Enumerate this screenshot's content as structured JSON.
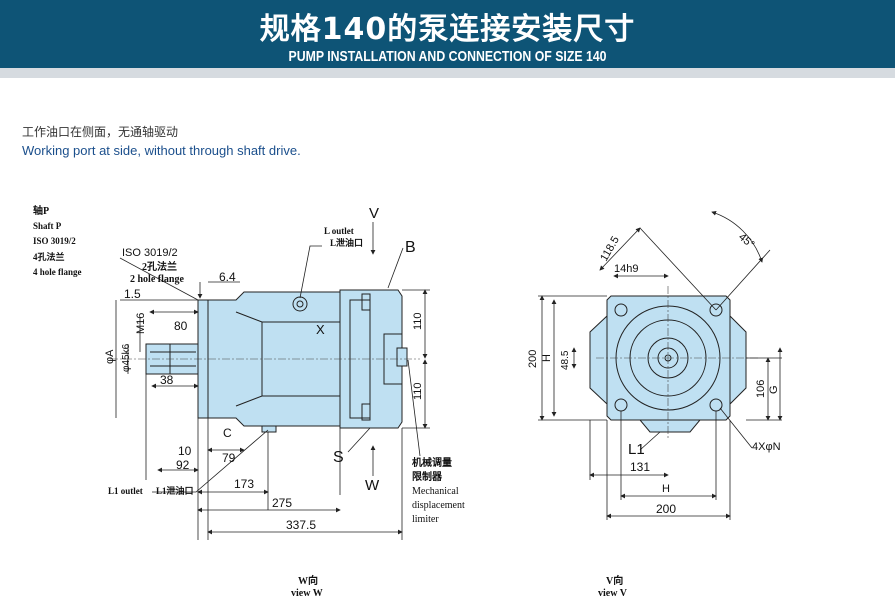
{
  "header": {
    "title_cn": "规格140的泵连接安装尺寸",
    "title_en": "PUMP INSTALLATION AND CONNECTION OF SIZE 140"
  },
  "note": {
    "cn": "工作油口在侧面，无通轴驱动",
    "en": "Working port at side, without through shaft drive."
  },
  "colors": {
    "banner": "#0e5476",
    "pump_body": "#bfe0f2",
    "note_en": "#1b4f8c"
  },
  "side_view": {
    "shaft_cn": "轴P",
    "shaft_en": "Shaft P",
    "shaft_std": "ISO 3019/2",
    "flange_cn": "4孔法兰",
    "flange_en": "4 hole flange",
    "iso_label": "ISO  3019/2",
    "flange2_cn": "2孔法兰",
    "flange2_en": "2 hole flange",
    "l_outlet_en": "L outlet",
    "l_outlet_cn": "L泄油口",
    "l1_outlet": "L1 outlet",
    "l1_outlet_cn": "L1泄油口",
    "mech_cn": "机械调量",
    "mech_cn2": "限制器",
    "mech_en1": "Mechanical",
    "mech_en2": "displacement",
    "mech_en3": "limiter",
    "label_v": "V",
    "label_w": "W",
    "label_b": "B",
    "label_s": "S",
    "label_x": "X",
    "label_c": "C",
    "view_cn": "W向",
    "view_en": "view W",
    "dims": {
      "d6_4": "6.4",
      "d1_5": "1.5",
      "d80": "80",
      "m16": "M16",
      "d38": "38",
      "phiA": "φA",
      "phi45k6": "φ45k6",
      "d10": "10",
      "d79": "79",
      "d92": "92",
      "d173": "173",
      "d275": "275",
      "d337_5": "337.5",
      "d110a": "110",
      "d110b": "110"
    }
  },
  "front_view": {
    "view_cn": "V向",
    "view_en": "view V",
    "label_l1": "L1",
    "label_4xphiN": "4XφN",
    "dims": {
      "d118_5": "118.5",
      "d45deg": "45°",
      "d14h9": "14h9",
      "d200v": "200",
      "H": "H",
      "d48_5": "48.5",
      "d106": "106",
      "G": "G",
      "d131": "131",
      "Hh": "H",
      "d200h": "200"
    }
  }
}
